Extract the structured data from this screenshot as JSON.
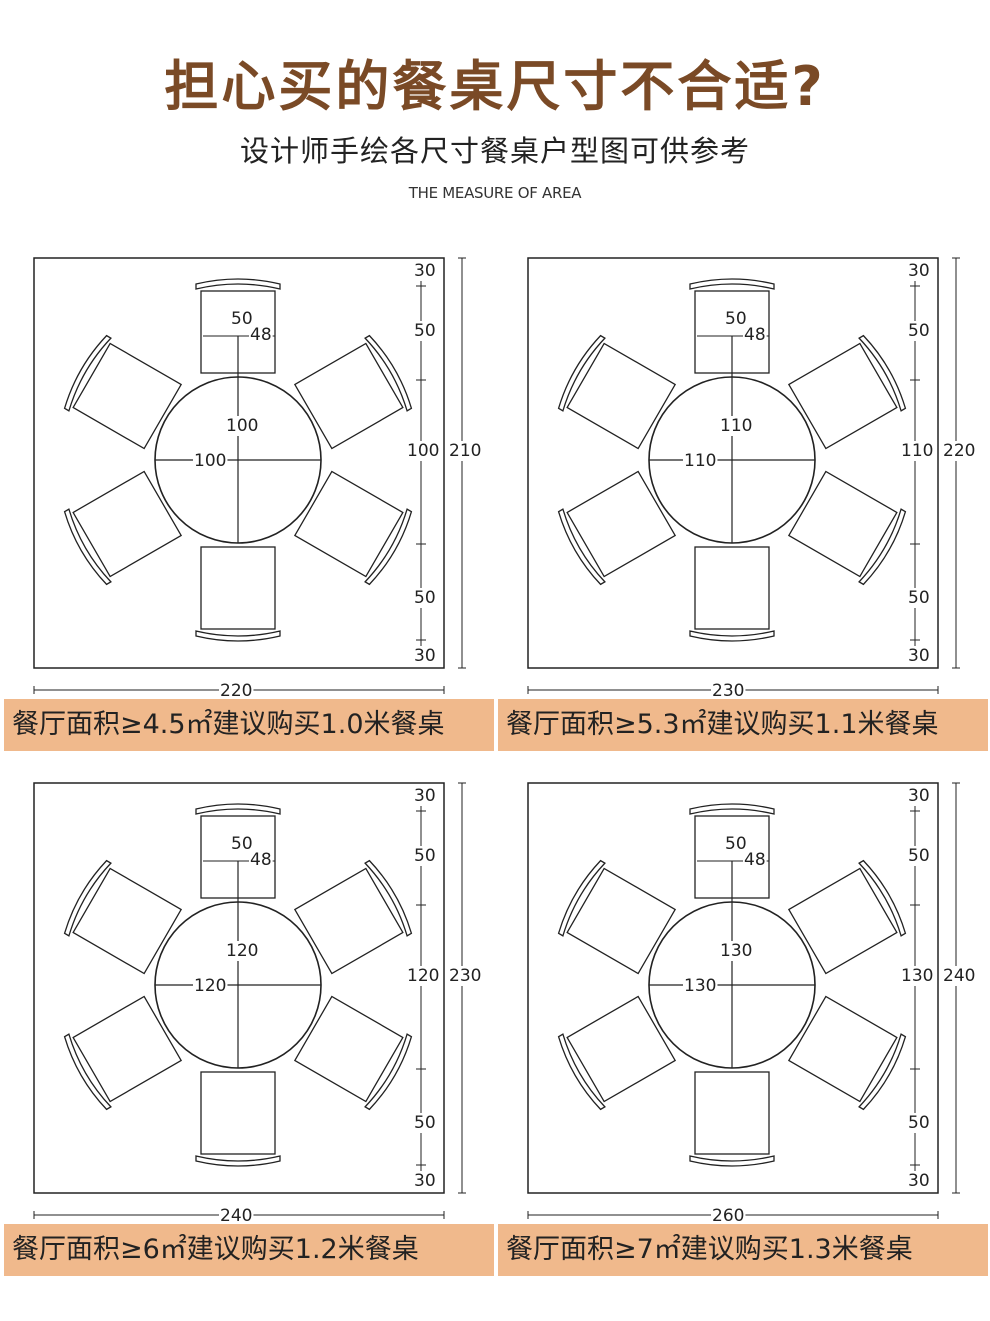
{
  "header": {
    "title": "担心买的餐桌尺寸不合适?",
    "subtitle": "设计师手绘各尺寸餐桌户型图可供参考",
    "english": "THE MEASURE OF AREA"
  },
  "panels": [
    {
      "room_width": "220",
      "room_depth": "210",
      "table_diameter": "100",
      "dims": {
        "top_margin": "30",
        "chair_top": "50",
        "chair_width": "48",
        "chair_depth": "50",
        "chair_bottom": "50",
        "bottom_margin": "30"
      },
      "banner": "餐厅面积≥4.5㎡建议购买1.0米餐桌"
    },
    {
      "room_width": "230",
      "room_depth": "220",
      "table_diameter": "110",
      "dims": {
        "top_margin": "30",
        "chair_top": "50",
        "chair_width": "48",
        "chair_depth": "50",
        "chair_bottom": "50",
        "bottom_margin": "30"
      },
      "banner": "餐厅面积≥5.3㎡建议购买1.1米餐桌"
    },
    {
      "room_width": "240",
      "room_depth": "230",
      "table_diameter": "120",
      "dims": {
        "top_margin": "30",
        "chair_top": "50",
        "chair_width": "48",
        "chair_depth": "50",
        "chair_bottom": "50",
        "bottom_margin": "30"
      },
      "banner": "餐厅面积≥6㎡建议购买1.2米餐桌"
    },
    {
      "room_width": "260",
      "room_depth": "240",
      "table_diameter": "130",
      "dims": {
        "top_margin": "30",
        "chair_top": "50",
        "chair_width": "48",
        "chair_depth": "50",
        "chair_bottom": "50",
        "bottom_margin": "30"
      },
      "banner": "餐厅面积≥7㎡建议购买1.3米餐桌"
    }
  ],
  "colors": {
    "title": "#7a4a26",
    "banner": "#f0b98c",
    "line": "#222222"
  }
}
